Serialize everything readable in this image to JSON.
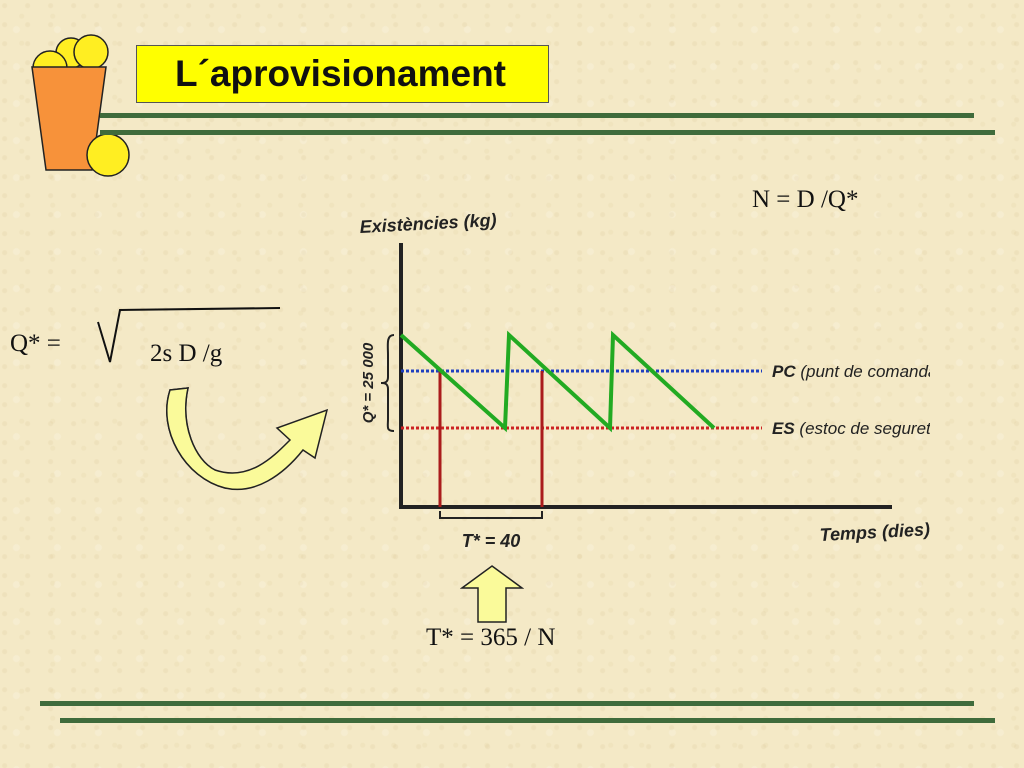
{
  "title": "L´aprovisionament",
  "formulas": {
    "n": "N = D /Q*",
    "q_lhs": "Q* =",
    "q_radicand": "2s D /g",
    "t": "T* = 365 / N"
  },
  "diagram": {
    "y_axis_label": "Existències (kg)",
    "x_axis_label": "Temps (dies)",
    "q_label": "Q* = 25 000",
    "pc_label_bold": "PC",
    "pc_label_rest": " (punt de comanda)",
    "es_label_bold": "ES",
    "es_label_rest": " (estoc de seguretat)",
    "t_label": "T* = 40"
  },
  "colors": {
    "title_bg": "#ffff00",
    "rule": "#3f6b3b",
    "sawtooth": "#22aa22",
    "pc_line": "#1f3fbf",
    "es_line": "#cc2222",
    "period_lines": "#aa1c1c",
    "logo_orange": "#f7923a",
    "logo_yellow": "#ffee22",
    "curved_arrow_fill": "#fafa9a",
    "curved_arrow_shade": "#c8c86a"
  }
}
